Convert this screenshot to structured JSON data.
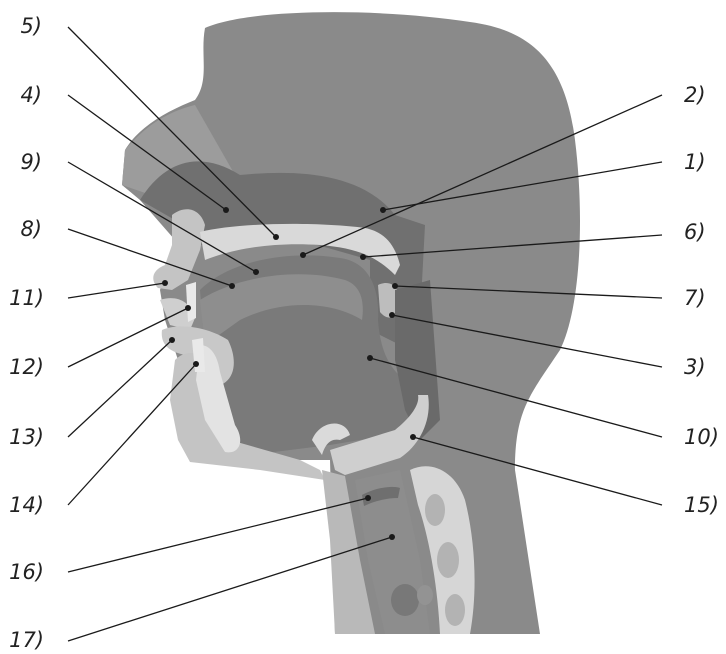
{
  "labels": {
    "l1": "1)",
    "l2": "2)",
    "l3": "3)",
    "l4": "4)",
    "l5": "5)",
    "l6": "6)",
    "l7": "7)",
    "l8": "8)",
    "l9": "9)",
    "l10": "10)",
    "l11": "11)",
    "l12": "12)",
    "l13": "13)",
    "l14": "14)",
    "l15": "15)",
    "l16": "16)",
    "l17": "17)"
  },
  "colors": {
    "head_dark": "#8a8a8a",
    "cavity": "#6e6e6e",
    "tissue_mid": "#a7a7a7",
    "tissue_light": "#cccccc",
    "bone_white": "#e6e6e6",
    "leader": "#1a1a1a"
  }
}
